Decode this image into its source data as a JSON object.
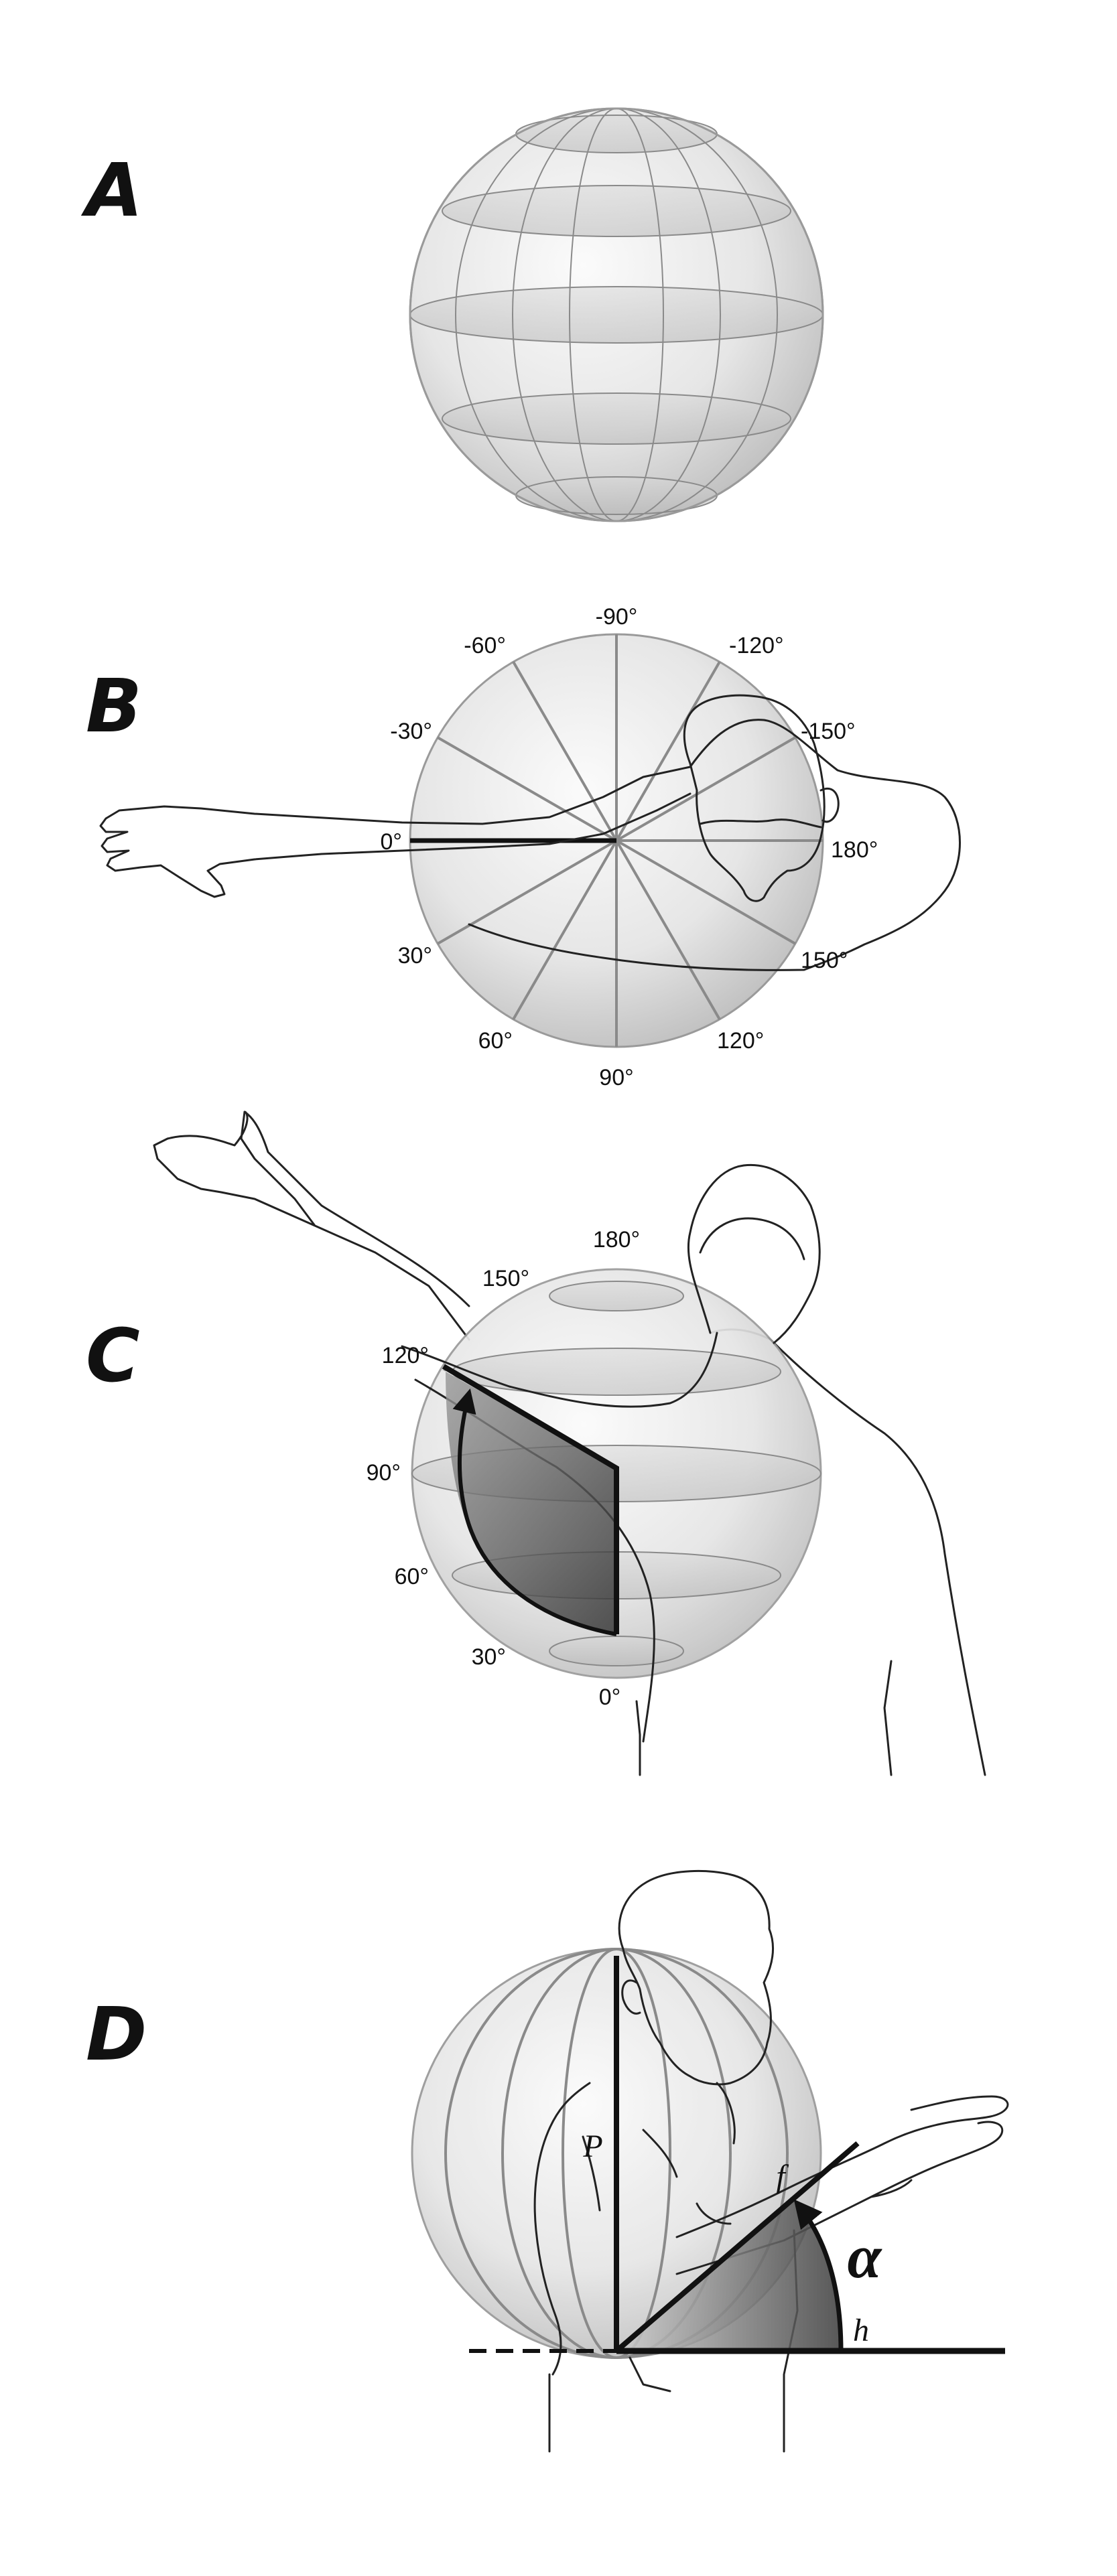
{
  "panels": {
    "A": {
      "letter": "A"
    },
    "B": {
      "letter": "B",
      "labels": {
        "m90": "-90°",
        "m60": "-60°",
        "m120": "-120°",
        "m30": "-30°",
        "m150": "-150°",
        "p0": "0°",
        "p180": "180°",
        "p30": "30°",
        "p150": "150°",
        "p60": "60°",
        "p120": "120°",
        "p90": "90°"
      }
    },
    "C": {
      "letter": "C",
      "labels": {
        "p180": "180°",
        "p150": "150°",
        "p120": "120°",
        "p90": "90°",
        "p60": "60°",
        "p30": "30°",
        "p0": "0°"
      }
    },
    "D": {
      "letter": "D",
      "labels": {
        "P": "P",
        "f": "f",
        "h": "h",
        "alpha": "α"
      }
    }
  },
  "colors": {
    "sphere_light": "#f4f4f4",
    "sphere_dark": "#bdbdbd",
    "grid_line": "#8a8a8a",
    "ink": "#111111"
  }
}
